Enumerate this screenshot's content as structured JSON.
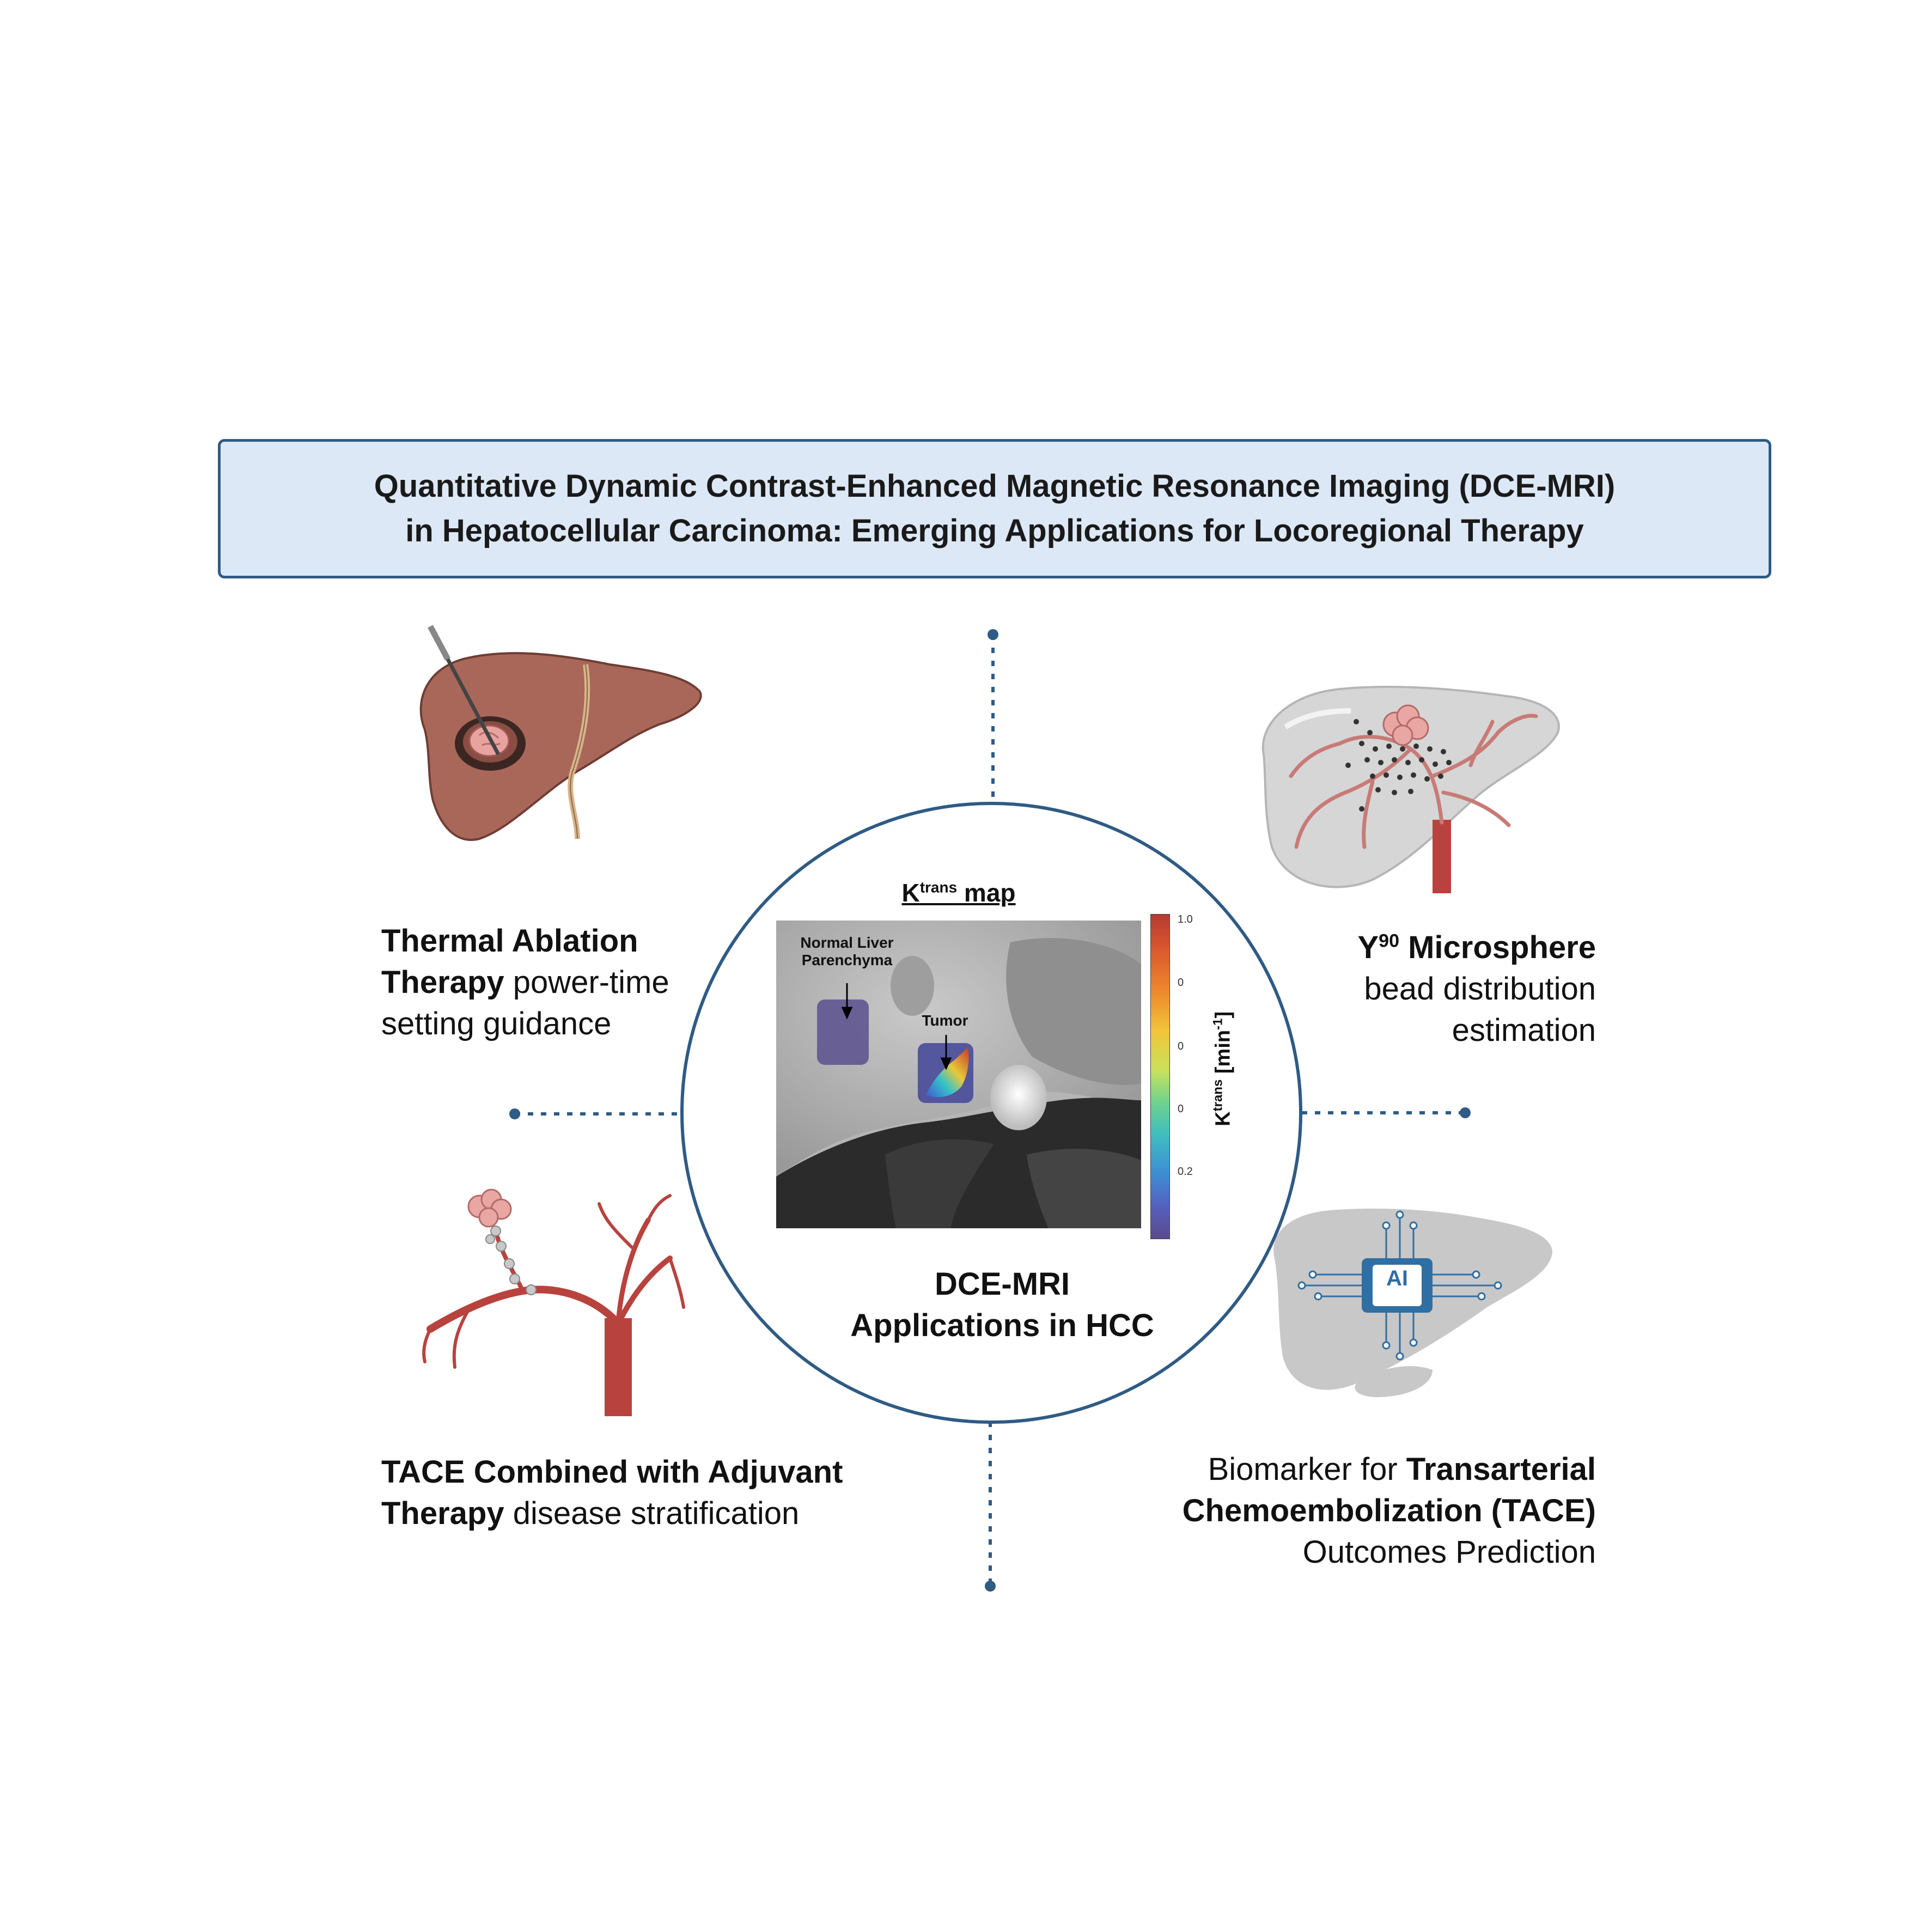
{
  "title": {
    "line1": "Quantitative Dynamic Contrast-Enhanced Magnetic Resonance Imaging (DCE-MRI)",
    "line2": "in Hepatocellular Carcinoma: Emerging Applications for Locoregional Therapy"
  },
  "center": {
    "map_title_main": "K",
    "map_title_sup": "trans",
    "map_title_rest": " map",
    "annotation_normal_liver": "Normal Liver Parenchyma",
    "annotation_tumor": "Tumor",
    "colorbar_label_main": "K",
    "colorbar_label_sup": "trans",
    "colorbar_label_unit": " [min",
    "colorbar_label_unit_sup": "-1",
    "colorbar_label_end": "]",
    "colorbar_ticks": [
      "1.0",
      "0",
      "0",
      "0",
      "0.2"
    ],
    "label_line1": "DCE-MRI",
    "label_line2": "Applications in HCC"
  },
  "captions": {
    "thermal": {
      "bold1": "Thermal Ablation",
      "bold2": "Therapy",
      "rest2": " power-time",
      "line3": "setting guidance"
    },
    "y90": {
      "bold_main": "Y",
      "bold_sup": "90",
      "bold_rest": " Microsphere",
      "line2": "bead distribution",
      "line3": "estimation"
    },
    "tace_adjuvant": {
      "bold1": "TACE Combined with Adjuvant",
      "bold2": "Therapy",
      "rest2": " disease stratification"
    },
    "biomarker": {
      "plain1": "Biomarker for ",
      "bold1": "Transarterial",
      "bold2": "Chemoembolization (TACE)",
      "line3": "Outcomes Prediction"
    }
  },
  "ai_chip_label": "AI",
  "colors": {
    "title_bg": "#dde8f6",
    "accent": "#2f5b84",
    "liver_brown": "#a9675a",
    "artery_red": "#b8433e",
    "tumor_pink": "#e9a7a3",
    "liver_gray": "#c8c8c8"
  }
}
